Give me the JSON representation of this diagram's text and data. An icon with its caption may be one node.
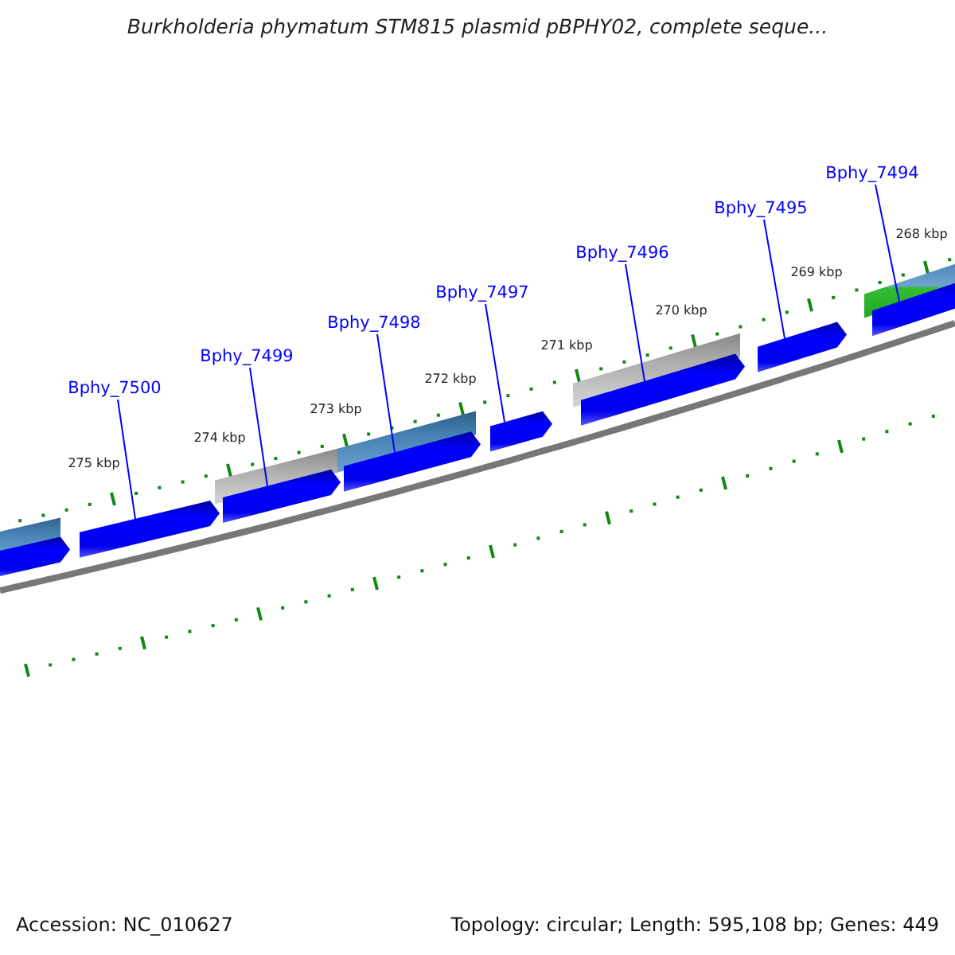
{
  "diagram": {
    "title": "Burkholderia phymatum STM815 plasmid pBPHY02, complete seque...",
    "nodes": [
      {
        "text": [
          "Bphy_7500"
        ]
      },
      {
        "text": [
          "Bphy_7499"
        ]
      },
      {
        "text": [
          "Bphy_7498"
        ]
      },
      {
        "text": [
          "Bphy_7497"
        ]
      },
      {
        "text": [
          "Bphy_7496"
        ]
      },
      {
        "text": [
          "Bphy_7495"
        ]
      },
      {
        "text": [
          "Bphy_7494"
        ]
      },
      {
        "text": [],
        "shape": "arrow"
      },
      {
        "text": [],
        "shape": "arrow"
      },
      {
        "text": [],
        "shape": "arrow"
      },
      {
        "text": [],
        "shape": "arrow"
      },
      {
        "text": [],
        "shape": "arrow"
      },
      {
        "text": [],
        "shape": "arrow"
      },
      {
        "text": [],
        "shape": "arrow"
      },
      {
        "text": [],
        "shape": "bar"
      }
    ],
    "edges": [
      {
        "from": 0,
        "to": 8,
        "arrow": "none"
      },
      {
        "from": 1,
        "to": 9,
        "arrow": "none"
      },
      {
        "from": 2,
        "to": 10,
        "arrow": "none"
      },
      {
        "from": 3,
        "to": 11,
        "arrow": "none"
      },
      {
        "from": 4,
        "to": 12,
        "arrow": "none"
      },
      {
        "from": 5,
        "to": 13,
        "arrow": "none"
      },
      {
        "from": 6,
        "to": 14,
        "arrow": "none"
      }
    ],
    "labels": [
      "275 kbp",
      "274 kbp",
      "273 kbp",
      "272 kbp",
      "271 kbp",
      "270 kbp",
      "269 kbp",
      "268 kbp",
      "Accession: NC_010627",
      "Topology: circular; Length: 595,108 bp; Genes: 449"
    ]
  }
}
